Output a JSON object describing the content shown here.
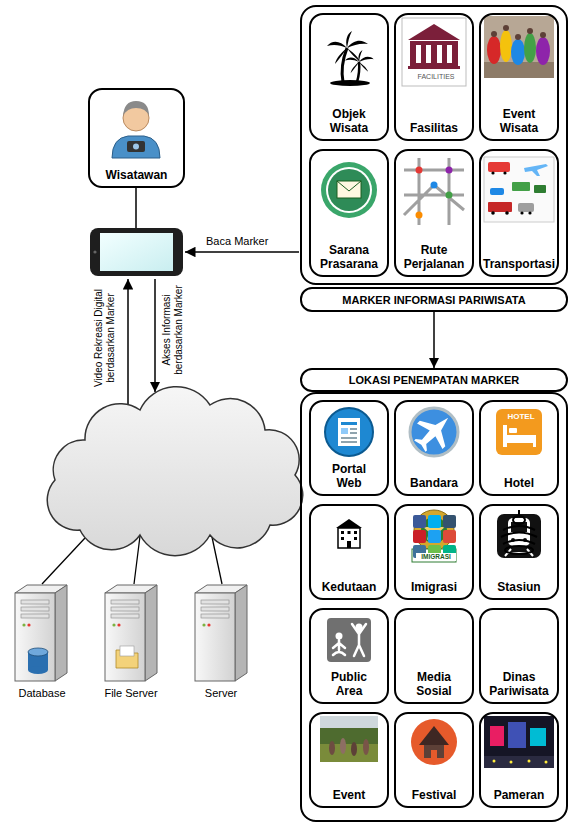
{
  "diagram": {
    "nodes": [
      {
        "text": [
          "Wisatawan"
        ]
      },
      {
        "text": [
          "MARKER INFORMASI PARIWISATA"
        ]
      },
      {
        "text": [
          "Objek Wisata"
        ],
        "in": 1
      },
      {
        "text": [
          "FACILITIES",
          "Fasilitas"
        ],
        "in": 1
      },
      {
        "text": [
          "Event Wisata"
        ],
        "in": 1
      },
      {
        "text": [
          "Sarana Prasarana"
        ],
        "in": 1
      },
      {
        "text": [
          "Rute Perjalanan"
        ],
        "in": 1
      },
      {
        "text": [
          "Transportasi"
        ],
        "in": 1
      },
      {
        "text": [
          "LOKASI PENEMPATAN MARKER"
        ]
      },
      {
        "text": [
          "Portal Web"
        ],
        "in": 8
      },
      {
        "text": [
          "Bandara"
        ],
        "in": 8
      },
      {
        "text": [
          "HOTEL",
          "Hotel"
        ],
        "in": 8
      },
      {
        "text": [
          "Kedutaan"
        ],
        "in": 8
      },
      {
        "text": [
          "IMIGRASI",
          "Imigrasi"
        ],
        "in": 8
      },
      {
        "text": [
          "Stasiun"
        ],
        "in": 8
      },
      {
        "text": [
          "Public Area"
        ],
        "in": 8
      },
      {
        "text": [
          "Media Sosial"
        ],
        "in": 8
      },
      {
        "text": [
          "Dinas Pariwisata"
        ],
        "in": 8
      },
      {
        "text": [
          "Event"
        ],
        "in": 8
      },
      {
        "text": [
          "Festival"
        ],
        "in": 8
      },
      {
        "text": [
          "Pameran"
        ],
        "in": 8
      },
      {
        "text": [
          "Database"
        ]
      },
      {
        "text": [
          "File Server"
        ]
      },
      {
        "text": [
          "Server"
        ]
      }
    ],
    "edges": [
      {
        "from": 1,
        "to": 8,
        "arrow": "to"
      }
    ],
    "labels": [
      "Baca Marker",
      "Video Rekreasi Digital berdasarkan Marker",
      "Akses Informasi berdasarkan Marker"
    ]
  }
}
